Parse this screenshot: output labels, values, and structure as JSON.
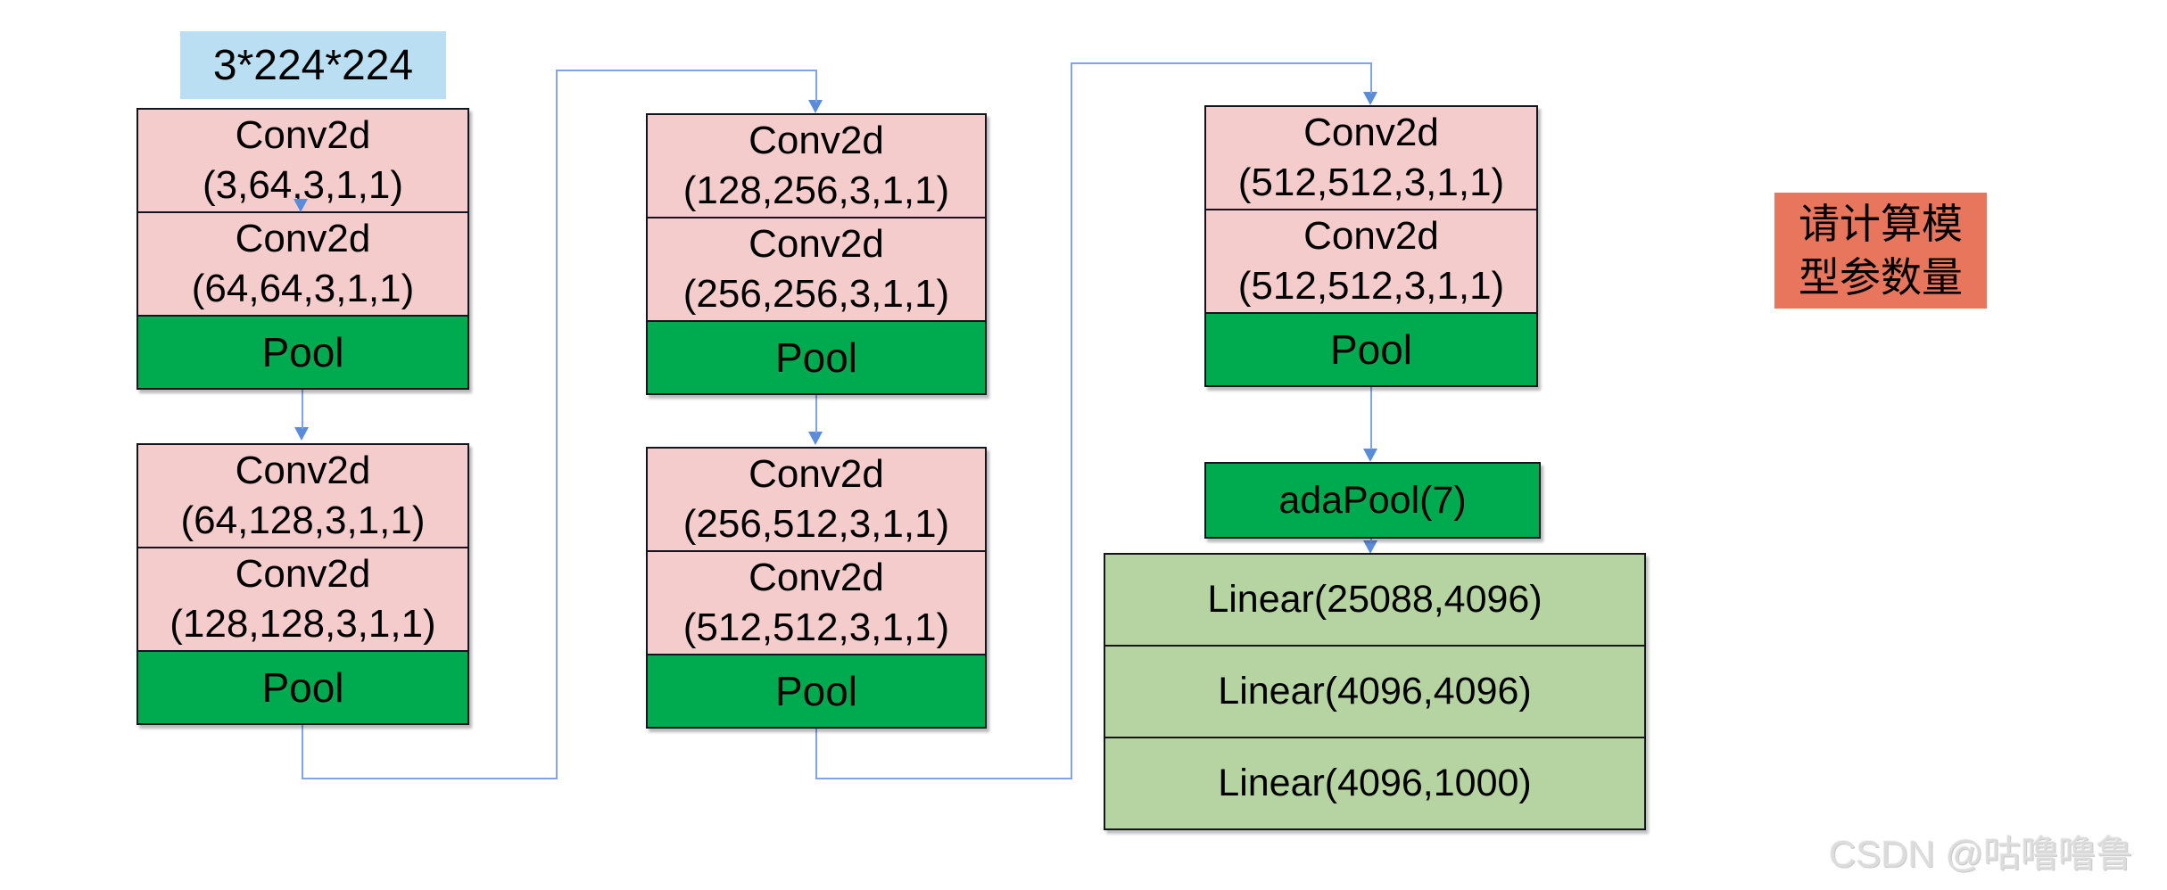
{
  "colors": {
    "conv-pink": "#f3cccb",
    "pool-green": "#00ab50",
    "linear-green": "#b6d3a2",
    "input-blue": "#badef2",
    "note-orange": "#e8765c",
    "line-blue": "#7fa5e6",
    "arrow-blue": "#5b8cd9",
    "border-dark": "#14141f",
    "watermark-gray": "#dcdcdc"
  },
  "input": {
    "label": "3*224*224"
  },
  "columns": [
    {
      "groups": [
        {
          "cells": [
            {
              "line1": "Conv2d",
              "line2": "(3,64,3,1,1)"
            },
            {
              "line1": "Conv2d",
              "line2": "(64,64,3,1,1)"
            }
          ],
          "pool": "Pool"
        },
        {
          "cells": [
            {
              "line1": "Conv2d",
              "line2": "(64,128,3,1,1)"
            },
            {
              "line1": "Conv2d",
              "line2": "(128,128,3,1,1)"
            }
          ],
          "pool": "Pool"
        }
      ]
    },
    {
      "groups": [
        {
          "cells": [
            {
              "line1": "Conv2d",
              "line2": "(128,256,3,1,1)"
            },
            {
              "line1": "Conv2d",
              "line2": "(256,256,3,1,1)"
            }
          ],
          "pool": "Pool"
        },
        {
          "cells": [
            {
              "line1": "Conv2d",
              "line2": "(256,512,3,1,1)"
            },
            {
              "line1": "Conv2d",
              "line2": "(512,512,3,1,1)"
            }
          ],
          "pool": "Pool"
        }
      ]
    },
    {
      "groups": [
        {
          "cells": [
            {
              "line1": "Conv2d",
              "line2": "(512,512,3,1,1)"
            },
            {
              "line1": "Conv2d",
              "line2": "(512,512,3,1,1)"
            }
          ],
          "pool": "Pool"
        }
      ]
    }
  ],
  "head": {
    "ada_pool_label": "adaPool(7)",
    "linear_layers": [
      "Linear(25088,4096)",
      "Linear(4096,4096)",
      "Linear(4096,1000)"
    ]
  },
  "note": {
    "line1": "请计算模",
    "line2": "型参数量"
  },
  "watermark": "CSDN @咕噜噜鲁"
}
